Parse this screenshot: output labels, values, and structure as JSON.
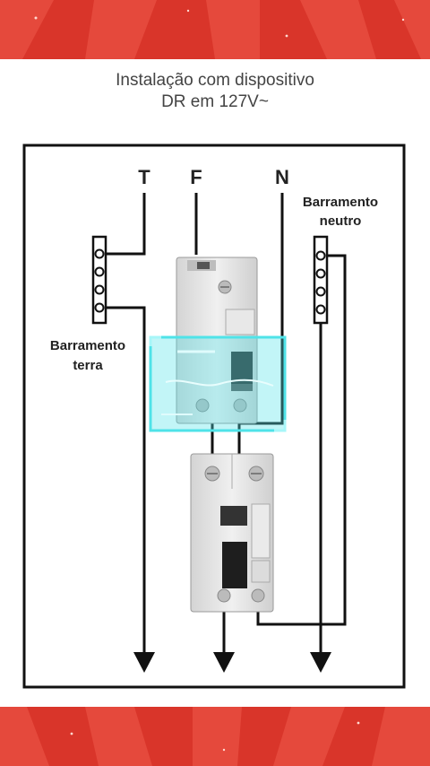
{
  "title": {
    "line1": "Instalação com dispositivo",
    "line2": "DR em 127V~"
  },
  "diagram": {
    "conductors": {
      "earth": "T",
      "phase": "F",
      "neutral": "N"
    },
    "neutral_bar": {
      "line1": "Barramento",
      "line2": "neutro"
    },
    "earth_bar": {
      "line1": "Barramento",
      "line2": "terra"
    }
  },
  "colors": {
    "band_red": "#d9352a",
    "band_red_light": "#e5493c",
    "overlay_cyan": "#4fe3e8",
    "wire": "#111111"
  },
  "icons": {
    "breaker": "circuit-breaker-icon",
    "rcd": "residual-current-device-icon",
    "arrow": "arrow-down-icon"
  }
}
